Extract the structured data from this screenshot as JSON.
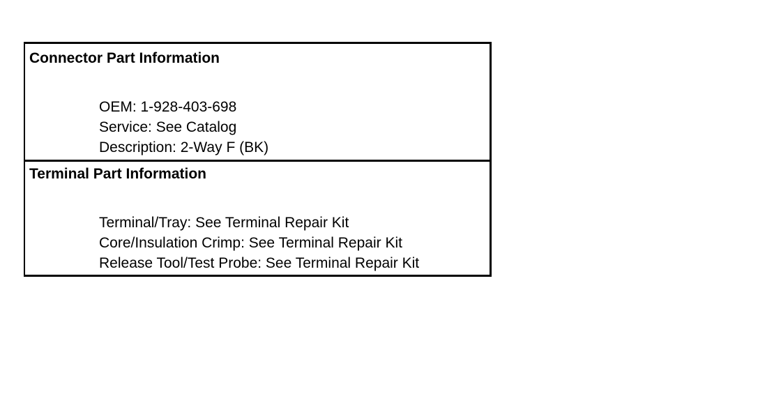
{
  "connector_part_information": {
    "heading": "Connector Part Information",
    "oem": "OEM: 1-928-403-698",
    "service": "Service: See Catalog",
    "description": "Description: 2-Way F (BK)"
  },
  "terminal_part_information": {
    "heading": "Terminal Part Information",
    "terminal_tray": "Terminal/Tray: See Terminal Repair Kit",
    "core_insulation_crimp": "Core/Insulation Crimp: See Terminal Repair Kit",
    "release_tool_test_probe": "Release Tool/Test Probe: See Terminal Repair Kit"
  }
}
